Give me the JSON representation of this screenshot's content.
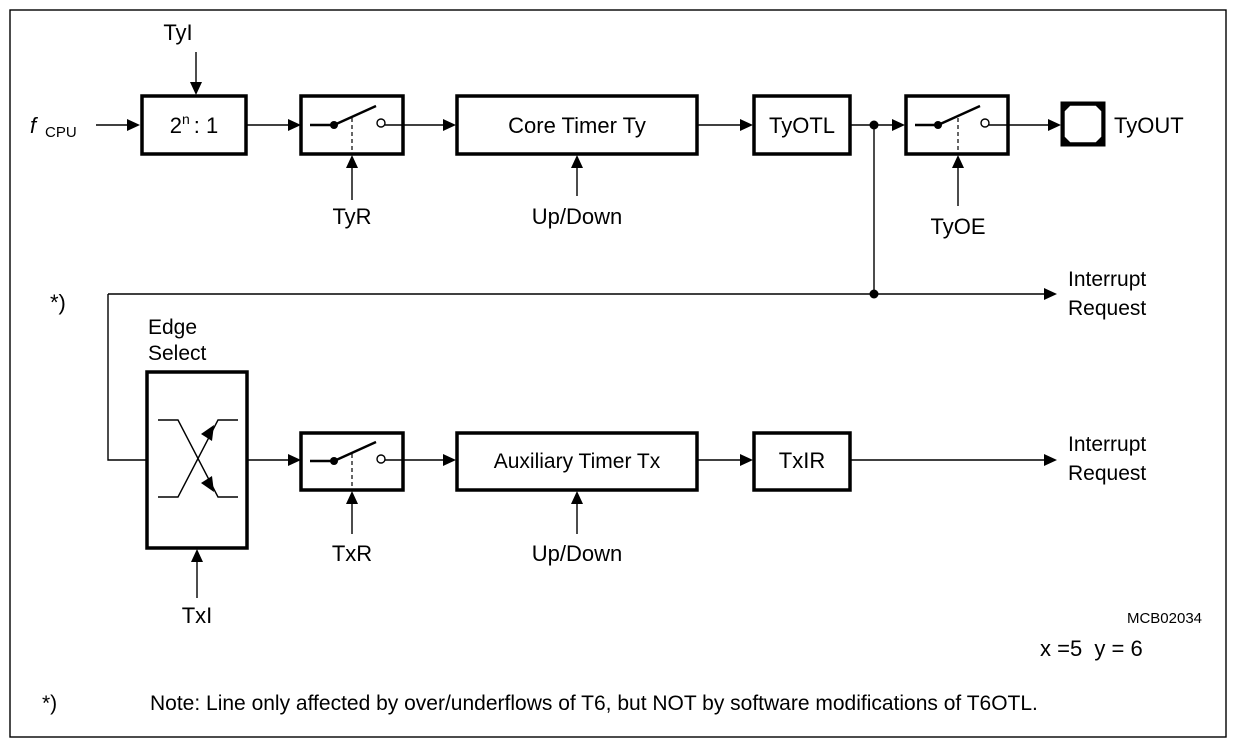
{
  "labels": {
    "fcpu_main": "f",
    "fcpu_sub": "CPU",
    "prescaler_base": "2",
    "prescaler_exp": "n",
    "prescaler_ratio": ": 1",
    "tyi": "TyI",
    "tyr": "TyR",
    "core_timer": "Core Timer Ty",
    "core_updown": "Up/Down",
    "tyotl": "TyOTL",
    "tyoe": "TyOE",
    "tyout": "TyOUT",
    "interrupt_request_1_line1": "Interrupt",
    "interrupt_request_1_line2": "Request",
    "star_marker": "*)",
    "edge_select_line1": "Edge",
    "edge_select_line2": "Select",
    "txi": "TxI",
    "txr": "TxR",
    "aux_timer": "Auxiliary Timer Tx",
    "aux_updown": "Up/Down",
    "txir": "TxIR",
    "interrupt_request_2_line1": "Interrupt",
    "interrupt_request_2_line2": "Request",
    "figure_id": "MCB02034",
    "xy_params": "x =5  y = 6",
    "note_marker": "*)",
    "note_text": "Note: Line only affected by over/underflows of T6, but NOT by software modifications of T6OTL."
  }
}
